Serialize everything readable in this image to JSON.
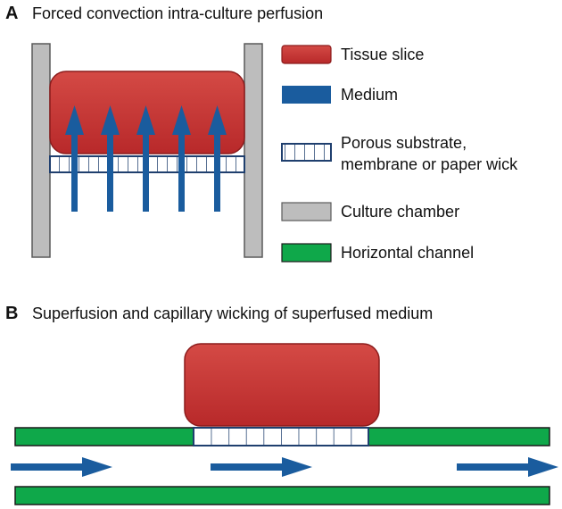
{
  "panel_a": {
    "letter": "A",
    "title": "Forced convection intra-culture perfusion"
  },
  "panel_b": {
    "letter": "B",
    "title": "Superfusion and capillary wicking of superfused medium"
  },
  "legend": [
    {
      "key": "tissue",
      "label": "Tissue slice"
    },
    {
      "key": "medium",
      "label": "Medium"
    },
    {
      "key": "porous",
      "label_line1": "Porous substrate,",
      "label_line2": "membrane or paper wick"
    },
    {
      "key": "chamber",
      "label": "Culture chamber"
    },
    {
      "key": "channel",
      "label": "Horizontal channel"
    }
  ],
  "colors": {
    "tissue": "#c0302e",
    "tissue_dark": "#8c1c1c",
    "medium": "#1a5c9e",
    "porous_border": "#1f3f6e",
    "chamber": "#bdbdbd",
    "chamber_border": "#5a5a5a",
    "channel": "#0fa84a"
  }
}
